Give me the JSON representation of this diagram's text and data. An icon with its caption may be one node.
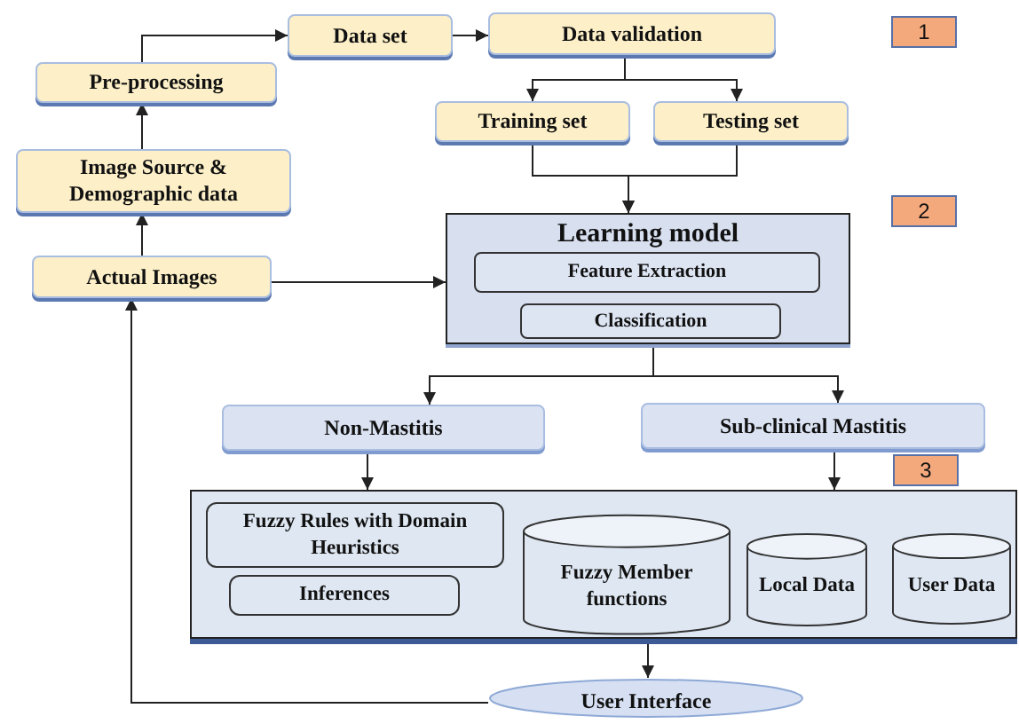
{
  "diagram": {
    "nodes": [
      {
        "text": [
          "Pre-processing"
        ]
      },
      {
        "text": [
          "Data set"
        ]
      },
      {
        "text": [
          "Data validation"
        ]
      },
      {
        "text": [
          "Training set"
        ]
      },
      {
        "text": [
          "Testing set"
        ]
      },
      {
        "text": [
          "Image Source & Demographic data"
        ]
      },
      {
        "text": [
          "Actual Images"
        ]
      },
      {
        "text": [
          "Learning model"
        ]
      },
      {
        "text": [
          "Feature Extraction"
        ],
        "in": 7
      },
      {
        "text": [
          "Classification"
        ],
        "in": 7
      },
      {
        "text": [
          "Non-Mastitis"
        ]
      },
      {
        "text": [
          "Sub-clinical Mastitis"
        ]
      },
      {
        "text": [],
        "shape": "box"
      },
      {
        "text": [
          "Fuzzy Rules with Domain Heuristics"
        ],
        "in": 12
      },
      {
        "text": [
          "Inferences"
        ],
        "in": 12
      },
      {
        "text": [
          "Fuzzy Member functions"
        ],
        "in": 12
      },
      {
        "text": [
          "Local Data"
        ],
        "in": 12
      },
      {
        "text": [
          "User Data"
        ],
        "in": 12
      },
      {
        "text": [
          "User Interface"
        ]
      },
      {
        "text": [
          "1"
        ]
      },
      {
        "text": [
          "2"
        ]
      },
      {
        "text": [
          "3"
        ]
      }
    ],
    "edges": [
      {
        "from": 0,
        "to": 1,
        "arrow": "to"
      },
      {
        "from": 1,
        "to": 2,
        "arrow": "to"
      },
      {
        "from": 2,
        "to": 3,
        "arrow": "to"
      },
      {
        "from": 2,
        "to": 4,
        "arrow": "to"
      },
      {
        "from": 3,
        "to": 7,
        "arrow": "to"
      },
      {
        "from": 4,
        "to": 7,
        "arrow": "to"
      },
      {
        "from": 5,
        "to": 0,
        "arrow": "to"
      },
      {
        "from": 6,
        "to": 5,
        "arrow": "to"
      },
      {
        "from": 6,
        "to": 7,
        "arrow": "to"
      },
      {
        "from": 7,
        "to": 10,
        "arrow": "to"
      },
      {
        "from": 7,
        "to": 11,
        "arrow": "to"
      },
      {
        "from": 10,
        "to": 12,
        "arrow": "to"
      },
      {
        "from": 11,
        "to": 12,
        "arrow": "to"
      },
      {
        "from": 12,
        "to": 18,
        "arrow": "to"
      },
      {
        "from": 18,
        "to": 6,
        "arrow": "to"
      }
    ]
  }
}
